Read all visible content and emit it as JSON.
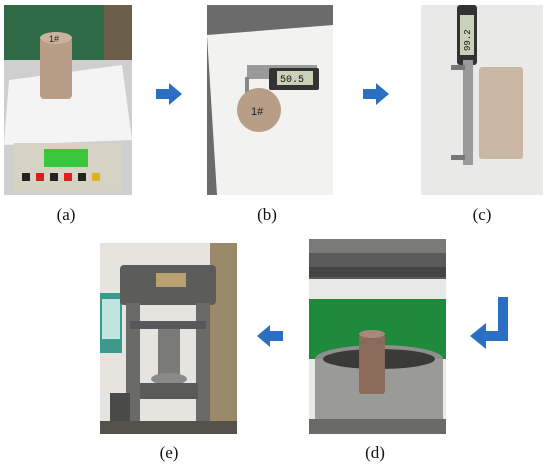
{
  "captions": {
    "a": "(a)",
    "b": "(b)",
    "c": "(c)",
    "d": "(d)",
    "e": "(e)"
  },
  "photos": {
    "a": {
      "specimen_label": "1#",
      "scale_display": "..."
    },
    "b": {
      "specimen_label": "1#",
      "caliper_reading": "50.5"
    },
    "c": {
      "caliper_reading": "99.2"
    },
    "d": {},
    "e": {}
  },
  "colors": {
    "arrow": "#2a6fc4",
    "green_wall": "#1f8a3c",
    "rock": "#b89e86"
  }
}
